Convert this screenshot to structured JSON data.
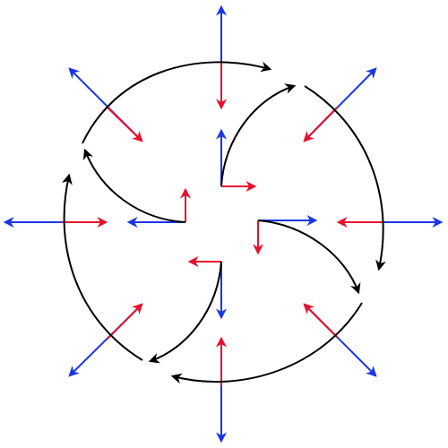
{
  "colors": {
    "background": "#ffffff",
    "blue": "#1a35e6",
    "red": "#e8102a",
    "black": "#000000"
  },
  "diagram": {
    "description_free": true,
    "outer_groups": [
      {
        "id": "top",
        "blue_dir": "up",
        "red_dir": "down"
      },
      {
        "id": "top-right",
        "blue_dir": "out",
        "red_dir": "in"
      },
      {
        "id": "right",
        "blue_dir": "out",
        "red_dir": "in"
      },
      {
        "id": "bottom-right",
        "blue_dir": "out",
        "red_dir": "in"
      },
      {
        "id": "bottom",
        "blue_dir": "out",
        "red_dir": "in"
      },
      {
        "id": "bottom-left",
        "blue_dir": "out",
        "red_dir": "in"
      },
      {
        "id": "left",
        "blue_dir": "out",
        "red_dir": "in"
      },
      {
        "id": "top-left",
        "blue_dir": "out",
        "red_dir": "in"
      }
    ],
    "inner_groups": [
      {
        "id": "inner-top"
      },
      {
        "id": "inner-right"
      },
      {
        "id": "inner-bottom"
      },
      {
        "id": "inner-left"
      }
    ],
    "curved_arrow_count": 8
  }
}
